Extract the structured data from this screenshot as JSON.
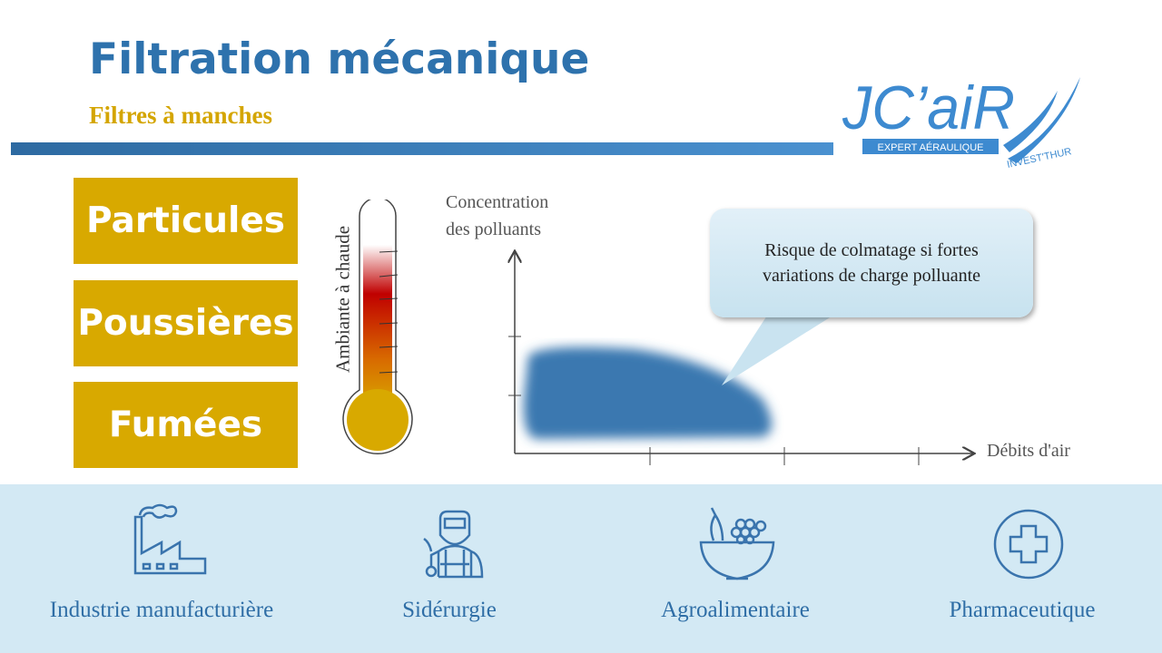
{
  "header": {
    "title": "Filtration mécanique",
    "subtitle": "Filtres à manches"
  },
  "logo": {
    "text": "JC'aiR",
    "tagline": "EXPERT AÉRAULIQUE",
    "sub": "INVEST'THUR"
  },
  "pollutants": [
    "Particules",
    "Poussières",
    "Fumées"
  ],
  "thermometer": {
    "label": "Ambiante à chaude",
    "icon": "thermometer-icon"
  },
  "chart_data": {
    "type": "area",
    "ylabel_lines": [
      "Concentration",
      "des polluants"
    ],
    "xlabel": "Débits d'air",
    "callout": "Risque de colmatage si fortes variations de charge polluante",
    "color": "#3a78b0"
  },
  "colors": {
    "title": "#2e72ad",
    "accent": "#d8a900",
    "band": "#d3e9f4"
  },
  "sectors": [
    {
      "label": "Industrie manufacturière",
      "icon": "factory-icon"
    },
    {
      "label": "Sidérurgie",
      "icon": "welder-icon"
    },
    {
      "label": "Agroalimentaire",
      "icon": "fruit-bowl-icon"
    },
    {
      "label": "Pharmaceutique",
      "icon": "medical-cross-icon"
    }
  ]
}
